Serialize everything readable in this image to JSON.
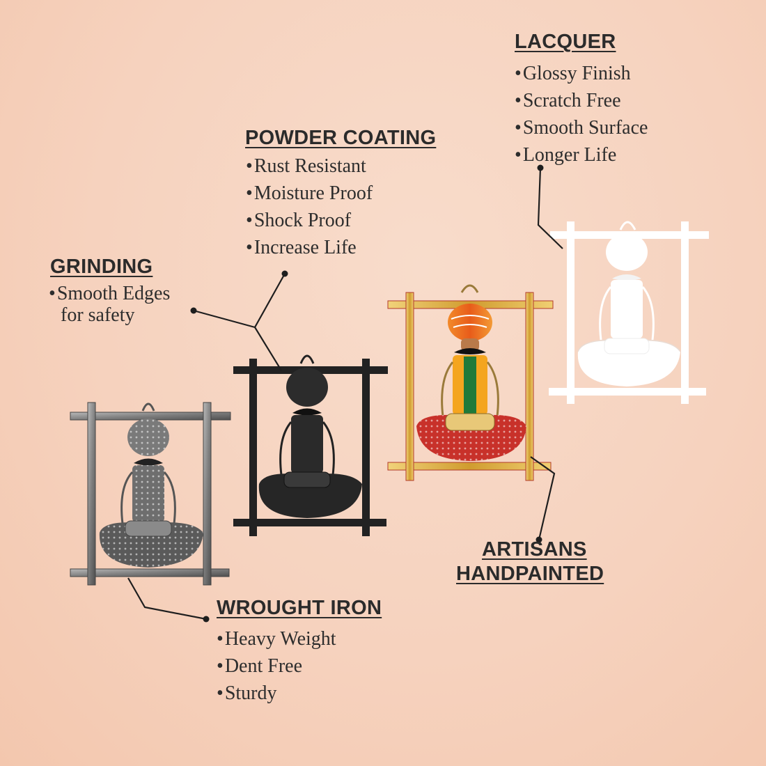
{
  "colors": {
    "background": "#f6d2be",
    "text": "#2b2b2b",
    "silver_frame": "#8f8f8f",
    "black_frame": "#222222",
    "gold_frame": "#d4a640",
    "white_frame": "#ffffff"
  },
  "sections": {
    "lacquer": {
      "heading": "LACQUER",
      "items": [
        "Glossy Finish",
        "Scratch Free",
        "Smooth Surface",
        "Longer Life"
      ]
    },
    "powder_coating": {
      "heading": "POWDER COATING",
      "items": [
        "Rust Resistant",
        "Moisture Proof",
        "Shock Proof",
        "Increase Life"
      ]
    },
    "grinding": {
      "heading": "GRINDING",
      "item_line1": "Smooth Edges",
      "item_line2": "for safety"
    },
    "wrought_iron": {
      "heading": "WROUGHT IRON",
      "items": [
        "Heavy Weight",
        "Dent Free",
        "Sturdy"
      ]
    },
    "artisans": {
      "heading_line1": "ARTISANS",
      "heading_line2": "HANDPAINTED"
    }
  },
  "figures": [
    {
      "name": "silver-wrought-iron-figure",
      "finish": "silver"
    },
    {
      "name": "black-powder-coated-figure",
      "finish": "black"
    },
    {
      "name": "handpainted-color-figure",
      "finish": "painted"
    },
    {
      "name": "white-lacquer-figure",
      "finish": "white"
    }
  ]
}
